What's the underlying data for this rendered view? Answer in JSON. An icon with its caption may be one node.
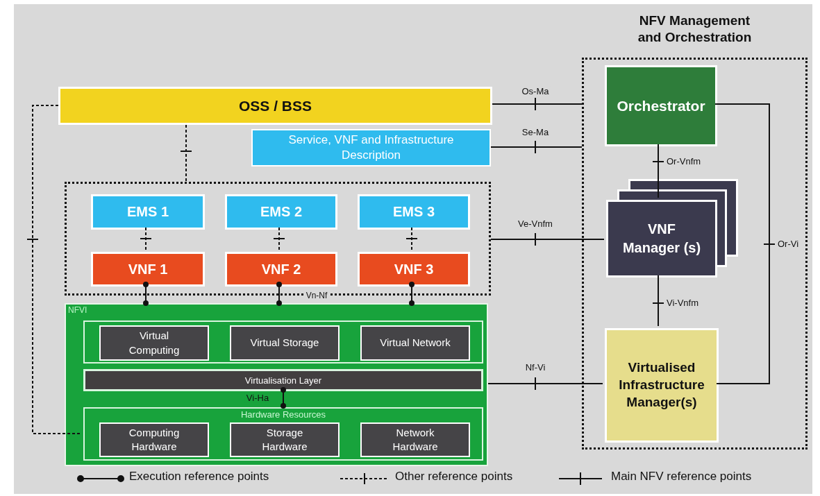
{
  "diagram": {
    "nodes": [
      {
        "text": [
          "OSS / BSS"
        ]
      },
      {
        "text": [
          "Service, VNF and Infrastructure Description"
        ]
      },
      {
        "text": [],
        "shape": "box"
      },
      {
        "text": [
          "EMS 1"
        ],
        "in": 2
      },
      {
        "text": [
          "EMS 2"
        ],
        "in": 2
      },
      {
        "text": [
          "EMS 3"
        ],
        "in": 2
      },
      {
        "text": [
          "VNF 1"
        ],
        "in": 2
      },
      {
        "text": [
          "VNF 2"
        ],
        "in": 2
      },
      {
        "text": [
          "VNF 3"
        ],
        "in": 2
      },
      {
        "text": [
          "NFVI"
        ]
      },
      {
        "text": [],
        "shape": "box",
        "in": 9
      },
      {
        "text": [
          "Virtual Computing"
        ],
        "in": 10
      },
      {
        "text": [
          "Virtual Storage"
        ],
        "in": 10
      },
      {
        "text": [
          "Virtual Network"
        ],
        "in": 10
      },
      {
        "text": [
          "Virtualisation Layer"
        ],
        "in": 9
      },
      {
        "text": [
          "Hardware Resources"
        ],
        "in": 9
      },
      {
        "text": [
          "Computing Hardware"
        ],
        "in": 15
      },
      {
        "text": [
          "Storage Hardware"
        ],
        "in": 15
      },
      {
        "text": [
          "Network Hardware"
        ],
        "in": 15
      },
      {
        "text": [
          "NFV Management and Orchestration"
        ]
      },
      {
        "text": [
          "Orchestrator"
        ],
        "in": 19
      },
      {
        "text": [
          "VNF Manager (s)"
        ],
        "in": 19
      },
      {
        "text": [
          "Virtualised Infrastructure Manager(s)"
        ],
        "in": 19
      }
    ],
    "edges": [
      {
        "from": 0,
        "to": 19,
        "arrow": "none",
        "label": "Os-Ma"
      },
      {
        "from": 1,
        "to": 19,
        "arrow": "none",
        "label": "Se-Ma"
      },
      {
        "from": 0,
        "to": 2,
        "arrow": "none",
        "style": "dashed"
      },
      {
        "from": 0,
        "to": 15,
        "arrow": "none",
        "style": "dashed"
      },
      {
        "from": 3,
        "to": 6,
        "arrow": "none",
        "style": "dashed"
      },
      {
        "from": 4,
        "to": 7,
        "arrow": "none",
        "style": "dashed"
      },
      {
        "from": 5,
        "to": 8,
        "arrow": "none",
        "style": "dashed"
      },
      {
        "from": 6,
        "to": 9,
        "arrow": "other"
      },
      {
        "from": 7,
        "to": 9,
        "arrow": "other"
      },
      {
        "from": 8,
        "to": 9,
        "arrow": "other"
      },
      {
        "from": 14,
        "to": 15,
        "arrow": "other",
        "label": "Vi-Ha"
      },
      {
        "from": 2,
        "to": 21,
        "arrow": "none",
        "label": "Ve-Vnfm"
      },
      {
        "from": 9,
        "to": 22,
        "arrow": "none",
        "label": "Nf-Vi"
      },
      {
        "from": 20,
        "to": 21,
        "arrow": "none",
        "label": "Or-Vnfm"
      },
      {
        "from": 21,
        "to": 22,
        "arrow": "none",
        "label": "Vi-Vnfm"
      },
      {
        "from": 20,
        "to": 22,
        "arrow": "none",
        "label": "Or-Vi"
      }
    ],
    "labels": [
      "Vn-Nf"
    ],
    "legend": [
      {
        "text": "Execution reference points"
      },
      {
        "text": "Other reference points"
      },
      {
        "text": "Main NFV reference points"
      }
    ]
  }
}
